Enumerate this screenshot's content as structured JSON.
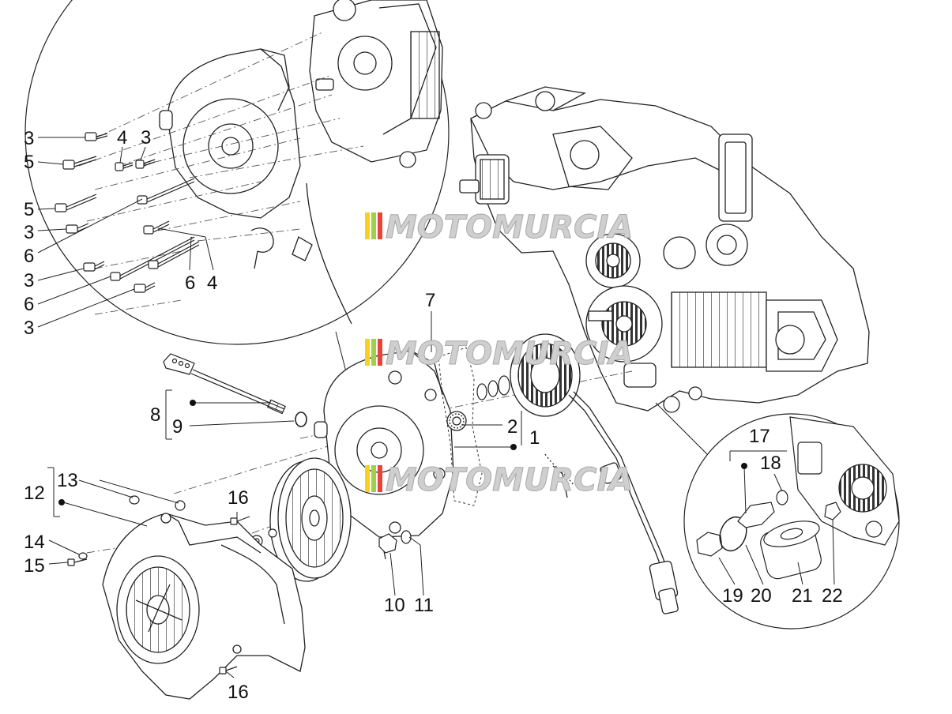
{
  "watermark": {
    "text": "MOTOMURCIA",
    "colors": [
      "#f5d21c",
      "#9ed04b",
      "#e8443a",
      "#b9b9b9"
    ]
  },
  "callouts": {
    "c3a": "3",
    "c5a": "5",
    "c4a": "4",
    "c3b": "3",
    "c5b": "5",
    "c3c": "3",
    "c6a": "6",
    "c3d": "3",
    "c6b": "6",
    "c3e": "3",
    "c6c": "6",
    "c4b": "4",
    "c7": "7",
    "c8": "8",
    "c9": "9",
    "c2": "2",
    "c1": "1",
    "c12": "12",
    "c13": "13",
    "c14": "14",
    "c15": "15",
    "c16a": "16",
    "c16b": "16",
    "c10": "10",
    "c11": "11",
    "c17": "17",
    "c18": "18",
    "c19": "19",
    "c20": "20",
    "c21": "21",
    "c22": "22"
  },
  "colors": {
    "line": "#222222",
    "fill": "#ffffff",
    "detail": "#555555"
  }
}
